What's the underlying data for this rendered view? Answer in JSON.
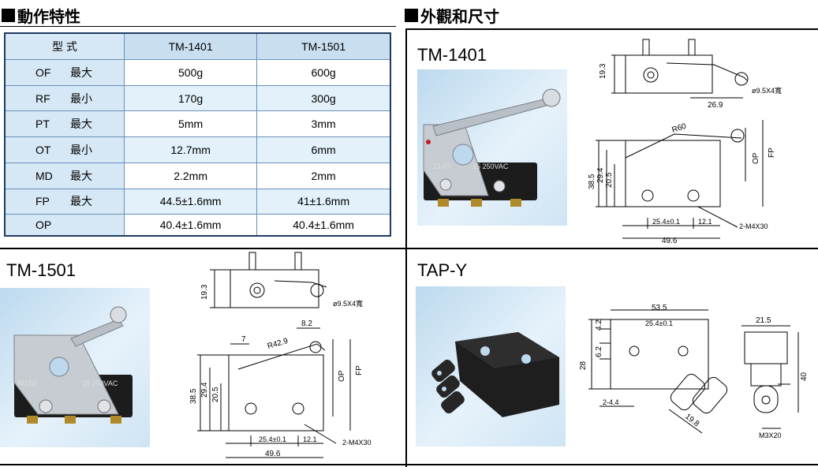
{
  "sections": {
    "performance_title": "動作特性",
    "appearance_title": "外觀和尺寸"
  },
  "table": {
    "header": [
      "型 式",
      "TM-1401",
      "TM-1501"
    ],
    "rows": [
      {
        "param": "OF",
        "qual": "最大",
        "tm1401": "500g",
        "tm1501": "600g"
      },
      {
        "param": "RF",
        "qual": "最小",
        "tm1401": "170g",
        "tm1501": "300g"
      },
      {
        "param": "PT",
        "qual": "最大",
        "tm1401": "5mm",
        "tm1501": "3mm"
      },
      {
        "param": "OT",
        "qual": "最小",
        "tm1401": "12.7mm",
        "tm1501": "6mm"
      },
      {
        "param": "MD",
        "qual": "最大",
        "tm1401": "2.2mm",
        "tm1501": "2mm"
      },
      {
        "param": "FP",
        "qual": "最大",
        "tm1401": "44.5±1.6mm",
        "tm1501": "41±1.6mm"
      },
      {
        "param": "OP",
        "qual": "",
        "tm1401": "40.4±1.6mm",
        "tm1501": "40.4±1.6mm"
      }
    ]
  },
  "panels": {
    "tm1401": {
      "model": "TM-1401",
      "dims": {
        "d1": "19.3",
        "d2": "ø9.5X4寬",
        "d3": "26.9",
        "d4": "R60",
        "d5": "38.5",
        "d6": "29.4",
        "d7": "20.5",
        "d8": "OP",
        "d9": "FP",
        "d10": "25.4±0.1",
        "d11": "12.1",
        "d12": "2-M4X30",
        "d13": "49.6"
      }
    },
    "tm1501": {
      "model": "TM-1501",
      "dims": {
        "d1": "19.3",
        "d2": "ø9.5X4寬",
        "d3": "8.2",
        "d4": "7",
        "d5": "R42.9",
        "d6": "38.5",
        "d7": "29.4",
        "d8": "20.5",
        "d9": "OP",
        "d10": "FP",
        "d11": "25.4±0.1",
        "d12": "12.1",
        "d13": "2-M4X30",
        "d14": "49.6"
      }
    },
    "tapy": {
      "model": "TAP-Y",
      "dims": {
        "d1": "53.5",
        "d2": "25.4±0.1",
        "d3": "4.2",
        "d4": "6.2",
        "d5": "28",
        "d6": "2-4.4",
        "d7": "19.8",
        "d8": "21.5",
        "d9": "40",
        "d10": "M3X20"
      }
    }
  },
  "photo_text": {
    "model_1401": "1140",
    "model_1501": "M150",
    "rating": "15 250VAC"
  },
  "colors": {
    "table_border": "#1f3b60",
    "header_bg": "#c9dff0",
    "row_alt": "#e3f1fa",
    "photo_bg": "#cfe4f3"
  }
}
